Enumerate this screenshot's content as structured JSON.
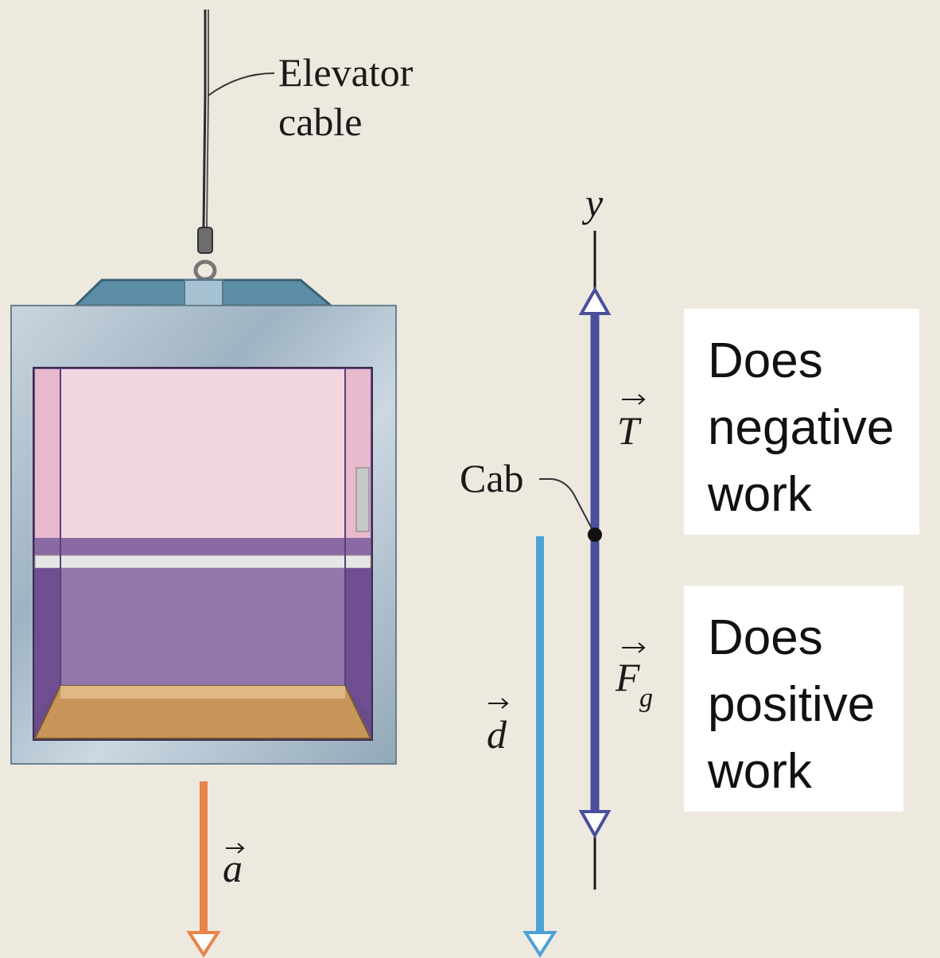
{
  "labels": {
    "cable_line1": "Elevator",
    "cable_line2": "cable",
    "cab": "Cab",
    "axis": "y",
    "tension": "T",
    "gravity": "F",
    "gravity_sub": "g",
    "displacement": "d",
    "acceleration": "a"
  },
  "boxes": {
    "tension_work": [
      "Does",
      "negative",
      "work"
    ],
    "gravity_work": [
      "Does",
      "positive",
      "work"
    ]
  },
  "colors": {
    "background": "#ede9df",
    "force_arrow": "#4a4f9c",
    "displacement_arrow": "#4ea3d6",
    "acceleration_arrow": "#e8834a",
    "cab_frame": "#a9bccb",
    "cab_wall": "#f1d6e0",
    "cab_lower": "#9177aa",
    "cab_floor": "#c8955a"
  }
}
